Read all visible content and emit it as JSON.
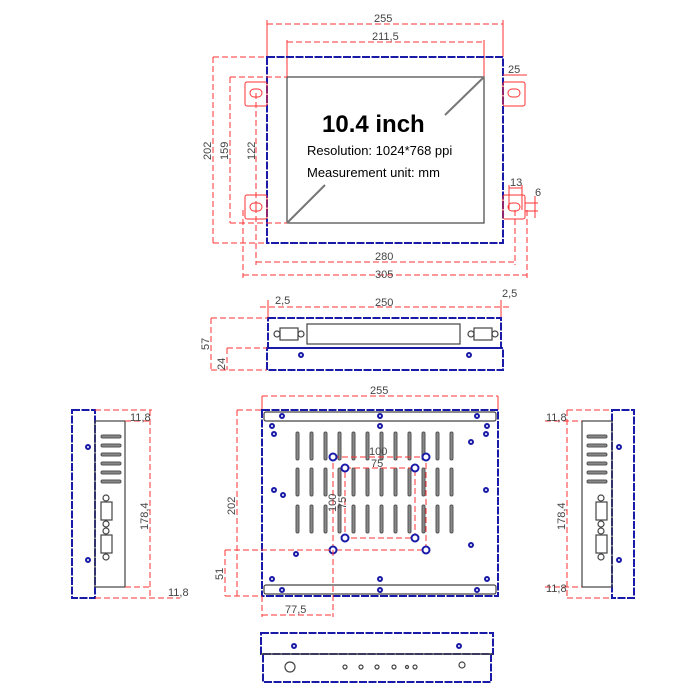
{
  "front_view": {
    "title": "10.4 inch",
    "resolution": "Resolution: 1024*768 ppi",
    "unit": "Measurement unit: mm",
    "dims": {
      "outer_width": "255",
      "screen_width": "211,5",
      "bracket_w": "25",
      "outer_height": "202",
      "bracket_span_v": "159",
      "screen_height": "122",
      "slot_w": "13",
      "slot_h": "6",
      "hole_span": "280",
      "total_width": "305"
    }
  },
  "top_view": {
    "dims": {
      "left_margin": "2,5",
      "inner_width": "250",
      "right_margin": "2,5",
      "total_depth": "57",
      "front_depth": "24"
    }
  },
  "left_view": {
    "dims": {
      "top": "11,8",
      "height": "178,4",
      "bottom": "11,8"
    }
  },
  "rear_view": {
    "dims": {
      "width": "255",
      "height": "202",
      "vesa_outer": "100",
      "vesa_inner": "75",
      "vesa_outer_v": "100",
      "vesa_inner_v": "75",
      "offset_v": "51",
      "offset_h": "77,5"
    }
  },
  "right_view": {
    "dims": {
      "top": "11,8",
      "height": "178,4",
      "bottom": "11,8"
    }
  },
  "colors": {
    "dimension": "#ff3333",
    "outline": "#1a1aa8",
    "body": "#444444"
  }
}
